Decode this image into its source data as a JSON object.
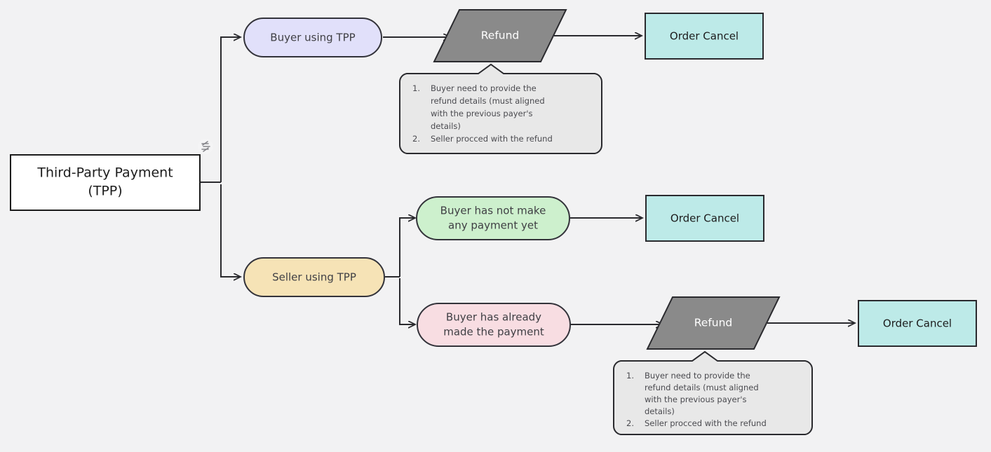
{
  "diagram": {
    "background_color": "#f2f2f3",
    "title_node": {
      "label": "Third-Party Payment\n(TPP)",
      "line1": "Third-Party Payment",
      "line2": "(TPP)",
      "fill": "#ffffff",
      "stroke": "#1c1c1c"
    },
    "badge": {
      "name": "flow-glyph-badge",
      "glyph": "zigzag"
    },
    "nodes": [
      {
        "id": "buyer-using-tpp",
        "label": "Buyer using TPP",
        "shape": "stadium",
        "fill": "#e1e0fa",
        "stroke": "#33333a"
      },
      {
        "id": "seller-using-tpp",
        "label": "Seller using TPP",
        "shape": "stadium",
        "fill": "#f6e3b6",
        "stroke": "#33333a"
      },
      {
        "id": "no-payment-yet",
        "line1": "Buyer has not make",
        "line2": "any payment yet",
        "label": "Buyer has not make any payment yet",
        "shape": "stadium",
        "fill": "#cdf0cd",
        "stroke": "#33333a"
      },
      {
        "id": "already-paid",
        "line1": "Buyer has already",
        "line2": "made the payment",
        "label": "Buyer has already made the payment",
        "shape": "stadium",
        "fill": "#f8dde2",
        "stroke": "#33333a"
      },
      {
        "id": "refund-top",
        "label": "Refund",
        "shape": "parallelogram",
        "fill": "#8a8a8a",
        "stroke": "#2a2a2e"
      },
      {
        "id": "refund-bottom",
        "label": "Refund",
        "shape": "parallelogram",
        "fill": "#8a8a8a",
        "stroke": "#2a2a2e"
      },
      {
        "id": "order-cancel-1",
        "label": "Order Cancel",
        "shape": "rectangle",
        "fill": "#bdeae8",
        "stroke": "#2a2a2e"
      },
      {
        "id": "order-cancel-2",
        "label": "Order Cancel",
        "shape": "rectangle",
        "fill": "#bdeae8",
        "stroke": "#2a2a2e"
      },
      {
        "id": "order-cancel-3",
        "label": "Order Cancel",
        "shape": "rectangle",
        "fill": "#bdeae8",
        "stroke": "#2a2a2e"
      }
    ],
    "notes": [
      {
        "id": "note-top",
        "fill": "#e8e8e8",
        "stroke": "#2a2a2e",
        "items": [
          {
            "num": "1.",
            "lines": [
              "Buyer need to provide the",
              "refund details (must aligned",
              "with the previous payer's",
              "details)"
            ]
          },
          {
            "num": "2.",
            "lines": [
              "Seller procced with the refund"
            ]
          }
        ]
      },
      {
        "id": "note-bottom",
        "fill": "#e8e8e8",
        "stroke": "#2a2a2e",
        "items": [
          {
            "num": "1.",
            "lines": [
              "Buyer need to provide the",
              "refund details (must aligned",
              "with the previous payer's",
              "details)"
            ]
          },
          {
            "num": "2.",
            "lines": [
              "Seller procced with the refund"
            ]
          }
        ]
      }
    ]
  }
}
